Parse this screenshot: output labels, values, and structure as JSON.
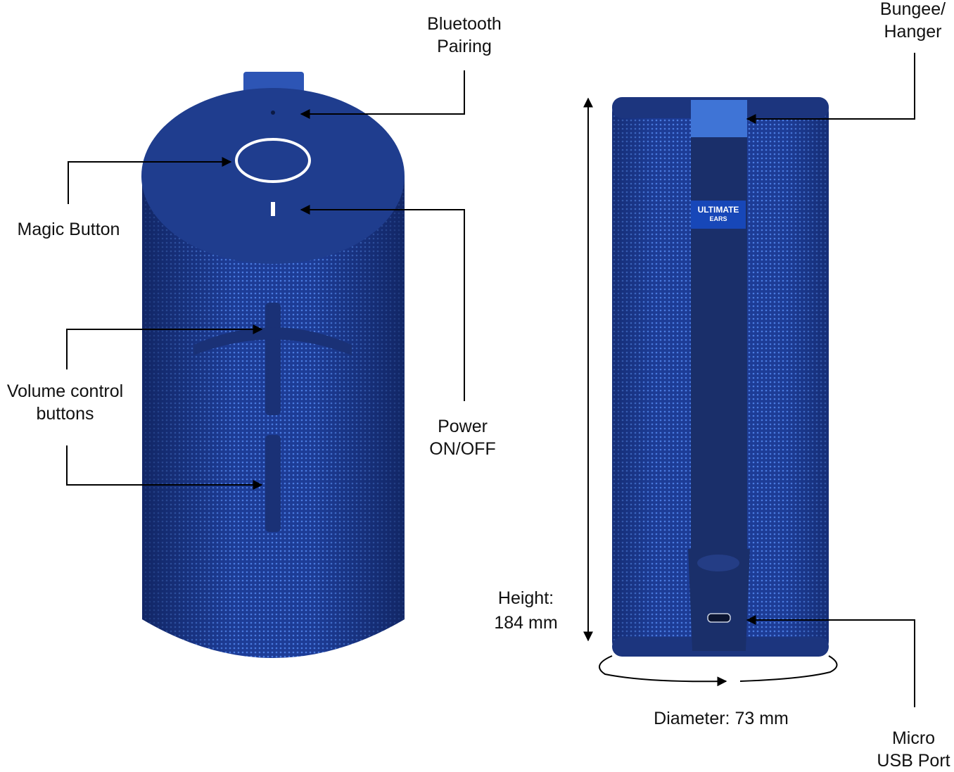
{
  "labels": {
    "bluetooth_pairing": [
      "Bluetooth",
      "Pairing"
    ],
    "magic_button": "Magic Button",
    "volume_control": [
      "Volume control",
      "buttons"
    ],
    "power": [
      "Power",
      "ON/OFF"
    ],
    "bungee_hanger": [
      "Bungee/",
      "Hanger"
    ],
    "height": [
      "Height:",
      "184 mm"
    ],
    "diameter": "Diameter: 73 mm",
    "micro_usb": [
      "Micro",
      "USB Port"
    ]
  },
  "brand_badge": {
    "line1": "ULTIMATE",
    "line2": "EARS"
  },
  "colors": {
    "speaker_body": "#1e3f9a",
    "speaker_dark": "#172f73",
    "fabric_highlight": "#3b6fd8",
    "strap": "#1a2f6a",
    "badge": "#1747b8"
  }
}
